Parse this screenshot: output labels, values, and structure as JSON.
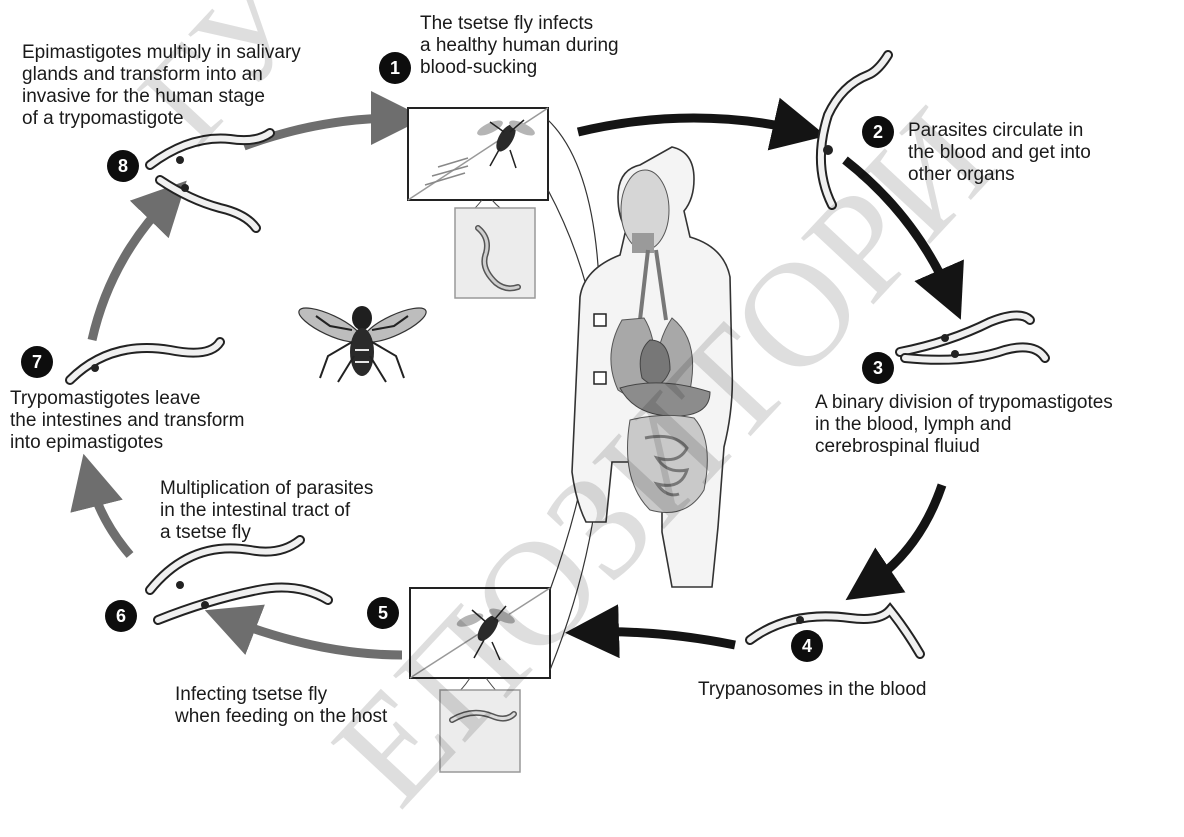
{
  "steps": [
    {
      "num": "1",
      "text": "The  tsetse fly infects\na healthy human during\nblood-sucking"
    },
    {
      "num": "2",
      "text": "Parasites circulate in\nthe blood and get into\nother organs"
    },
    {
      "num": "3",
      "text": "A binary division of trypomastigotes\nin the blood, lymph and\ncerebrospinal fluiud"
    },
    {
      "num": "4",
      "text": "Trypanosomes in the blood"
    },
    {
      "num": "5",
      "text": "Infecting tsetse fly\nwhen feeding on the host"
    },
    {
      "num": "6",
      "text": "Multiplication of parasites\nin the intestinal tract of\na tsetse fly"
    },
    {
      "num": "7",
      "text": "Trypomastigotes leave\nthe intestines and transform\ninto epimastigotes"
    },
    {
      "num": "8",
      "text": "Epimastigotes multiply in salivary\nglands and transform into an\ninvasive for the human stage\nof a trypomastigote"
    }
  ],
  "watermark": {
    "line1": "ЕПОЗИТОРИ",
    "line2": "ГУ"
  },
  "colors": {
    "human_arrow": "#141414",
    "fly_arrow": "#6e6e6e",
    "organ_dark": "#777777",
    "organ_mid": "#a8a8a8",
    "organ_light": "#c9c9c9"
  }
}
